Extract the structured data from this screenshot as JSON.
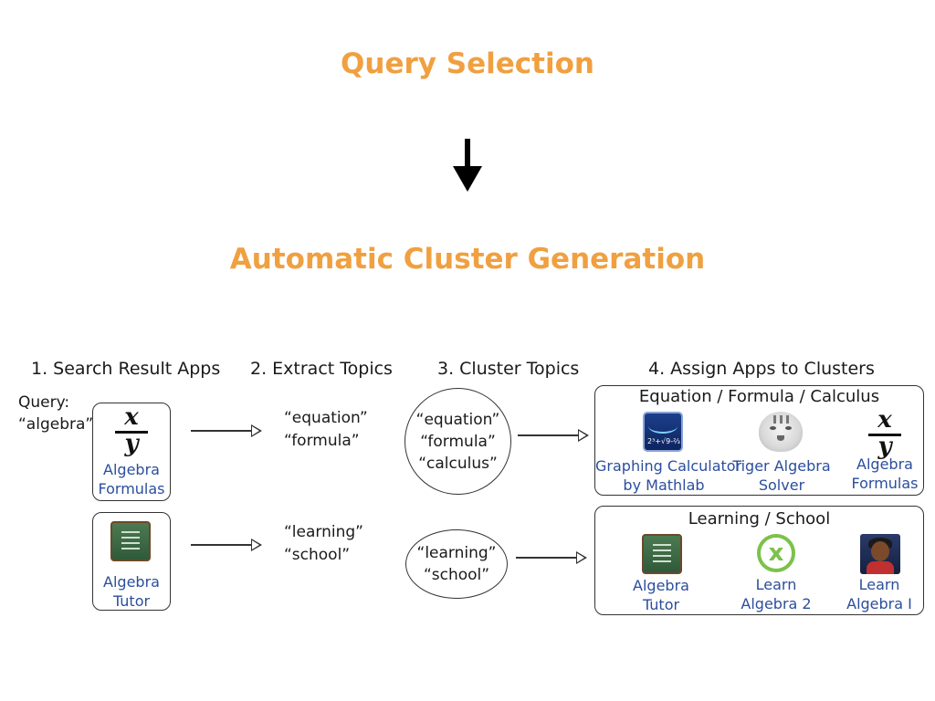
{
  "titles": {
    "query_selection": "Query Selection",
    "automatic_cluster_generation": "Automatic Cluster Generation"
  },
  "steps": {
    "step1": "1. Search Result Apps",
    "step2": "2. Extract Topics",
    "step3": "3. Cluster Topics",
    "step4": "4. Assign Apps to Clusters"
  },
  "query": {
    "label": "Query:",
    "value": "“algebra”"
  },
  "search_apps": [
    {
      "line1": "Algebra",
      "line2": "Formulas",
      "icon": "xy-fraction-icon"
    },
    {
      "line1": "Algebra",
      "line2": "Tutor",
      "icon": "chalkboard-icon"
    }
  ],
  "extracted_topics": [
    {
      "line1": "“equation”",
      "line2": "“formula”"
    },
    {
      "line1": "“learning”",
      "line2": "“school”"
    }
  ],
  "cluster_topics": [
    {
      "line1": "“equation”",
      "line2": "“formula”",
      "line3": "“calculus”"
    },
    {
      "line1": "“learning”",
      "line2": "“school”"
    }
  ],
  "clusters": [
    {
      "title": "Equation / Formula / Calculus",
      "apps": [
        {
          "line1": "Graphing Calculator",
          "line2": "by Mathlab",
          "icon": "graphing-calculator-icon"
        },
        {
          "line1": "Tiger Algebra",
          "line2": "Solver",
          "icon": "tiger-icon"
        },
        {
          "line1": "Algebra",
          "line2": "Formulas",
          "icon": "xy-fraction-icon"
        }
      ]
    },
    {
      "title": "Learning / School",
      "apps": [
        {
          "line1": "Algebra",
          "line2": "Tutor",
          "icon": "chalkboard-icon"
        },
        {
          "line1": "Learn",
          "line2": "Algebra 2",
          "icon": "learn-algebra-2-icon"
        },
        {
          "line1": "Learn",
          "line2": "Algebra I",
          "icon": "learn-algebra-1-icon"
        }
      ]
    }
  ],
  "colors": {
    "title": "#f0a040",
    "app_label": "#2b4e9c",
    "stroke": "#333333"
  }
}
